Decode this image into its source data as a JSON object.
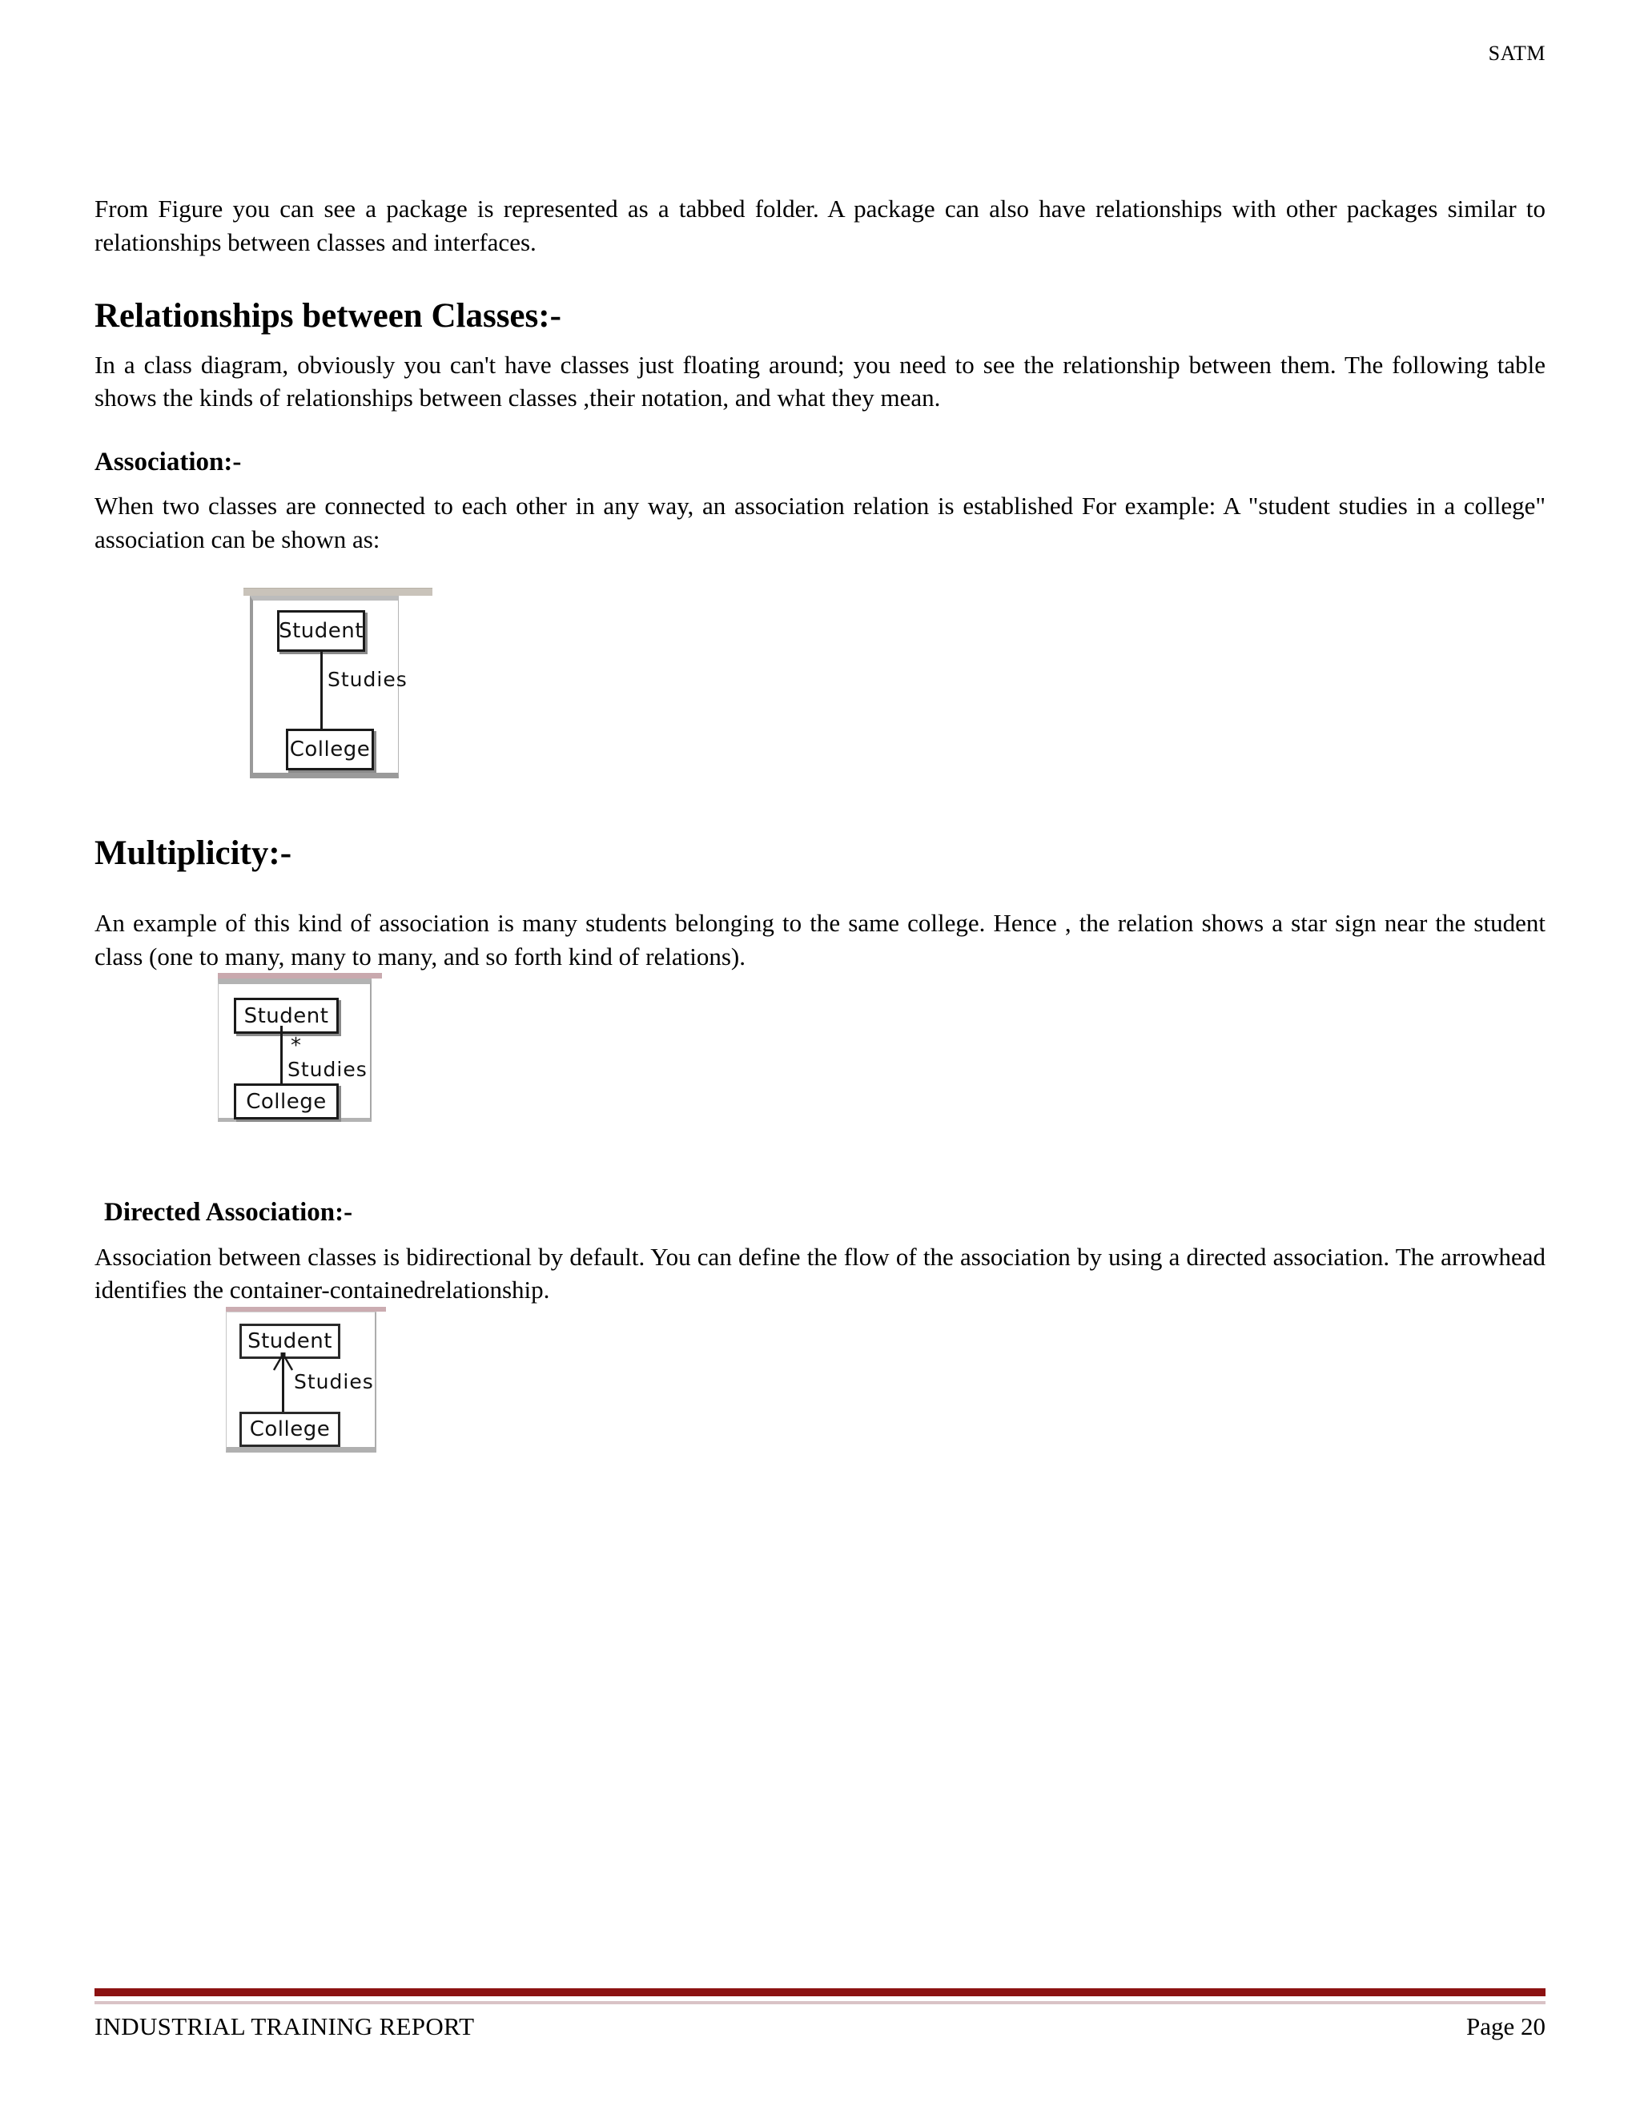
{
  "header": {
    "right_label": "SATM"
  },
  "body": {
    "intro_paragraph": "From Figure you can see a package is represented as a tabbed folder. A package can also have relationships with other packages similar to relationships between classes and interfaces.",
    "section_heading": "Relationships between Classes:-",
    "section_paragraph": "In a class diagram, obviously you can't have classes just floating around; you need to see the relationship between them. The following table shows the kinds of relationships between classes ,their notation, and what they mean.",
    "association_heading": "Association:-",
    "association_paragraph": "When two classes are connected to each other in any way, an association relation is established For example: A \"student studies in a college\" association can be shown as:",
    "multiplicity_heading": "Multiplicity:-",
    "multiplicity_paragraph": "An example of this kind of association is many students belonging to the same college. Hence , the relation shows a star sign near the student class (one to many, many to many, and so forth kind of relations).",
    "directed_heading": "Directed Association:-",
    "directed_paragraph": "Association between classes is bidirectional by default. You can define the flow of the association by using a directed association. The arrowhead identifies the container-containedrelationship."
  },
  "figures": {
    "association": {
      "class_top": "Student",
      "class_bottom": "College",
      "relation_label": "Studies"
    },
    "multiplicity": {
      "class_top": "Student",
      "class_bottom": "College",
      "relation_label": "Studies",
      "multiplicity_marker": "*"
    },
    "directed": {
      "class_top": "Student",
      "class_bottom": "College",
      "relation_label": "Studies"
    }
  },
  "footer": {
    "left_label": "INDUSTRIAL TRAINING REPORT",
    "right_label": "Page 20"
  },
  "colors": {
    "footer_rule_strong": "#8c1111",
    "footer_rule_light": "#d9c3c6",
    "figure_frame": "#b3b3b3",
    "figure_tab": "#c9c3ba",
    "figure_rule_pink": "#c9a9ae",
    "text": "#000000"
  }
}
